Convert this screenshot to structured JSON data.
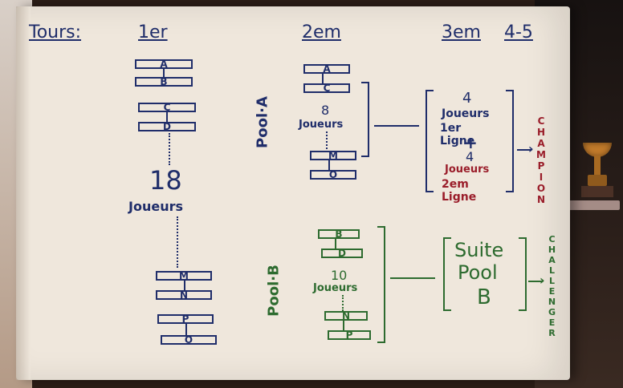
{
  "headers": {
    "tours": "Tours:",
    "round1": "1er",
    "round2": "2em",
    "round3": "3em",
    "round45": "4-5"
  },
  "round1": {
    "group1_labels": [
      "A",
      "B"
    ],
    "group2_labels": [
      "C",
      "D"
    ],
    "count": "18",
    "count_label": "Joueurs",
    "bottom_group1_labels": [
      "M",
      "N"
    ],
    "bottom_group2_labels": [
      "P",
      "O"
    ]
  },
  "pool_a": {
    "label": "Pool·A",
    "boxes_top": [
      "A",
      "C"
    ],
    "count": "8",
    "count_label": "Joueurs",
    "boxes_bottom": [
      "M",
      "O"
    ],
    "result": {
      "line1": "4",
      "line2": "Joueurs",
      "line3": "1er Ligne",
      "plus": "+",
      "line4": "4",
      "line5": "Joueurs",
      "line6": "2em Ligne"
    },
    "outcome": "CHAMPION"
  },
  "pool_b": {
    "label": "Pool·B",
    "boxes_top": [
      "B",
      "D"
    ],
    "count": "10",
    "count_label": "Joueurs",
    "boxes_bottom": [
      "N",
      "P"
    ],
    "result": {
      "line1": "Suite",
      "line2": "Pool",
      "line3": "B"
    },
    "outcome": "CHALLENGER"
  },
  "colors": {
    "paper": "#efe7dc",
    "navy": "#1f2d6a",
    "green": "#2d6b2f",
    "red": "#9a1d2a"
  }
}
